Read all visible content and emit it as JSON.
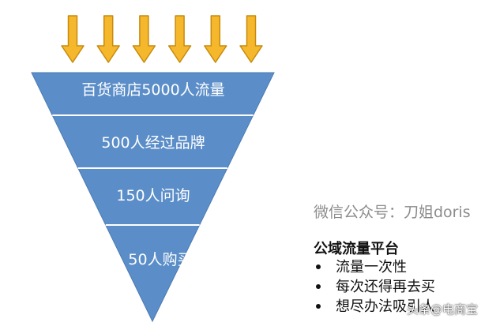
{
  "funnel": {
    "levels": [
      {
        "label": "百货商店5000人流量"
      },
      {
        "label": "500人经过品牌"
      },
      {
        "label": "150人问询"
      },
      {
        "label": "50人购买"
      }
    ],
    "arrow_count": 6
  },
  "side": {
    "wechat": "微信公众号：刀姐doris",
    "title": "公域流量平台",
    "bullets": [
      "流量一次性",
      "每次还得再去买",
      "想尽办法吸引人"
    ]
  },
  "watermark": "头条@电商宝",
  "colors": {
    "funnel_fill": "#5b8ec8",
    "funnel_divider": "#ffffff",
    "arrow_fill": "#f5b72b",
    "arrow_stroke": "#c98a0c",
    "wechat_text": "#8c8c8c"
  }
}
